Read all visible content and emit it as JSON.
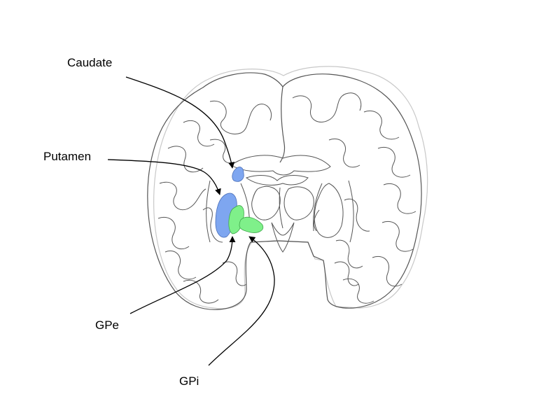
{
  "labels": {
    "caudate": "Caudate",
    "putamen": "Putamen",
    "gpe": "GPe",
    "gpi": "GPi"
  },
  "colors": {
    "striatum": "#7ea6f0",
    "pallidum": "#7ff08a",
    "outline": "#555555",
    "outline_faint": "#c8c8c8",
    "arrow": "#000000"
  }
}
